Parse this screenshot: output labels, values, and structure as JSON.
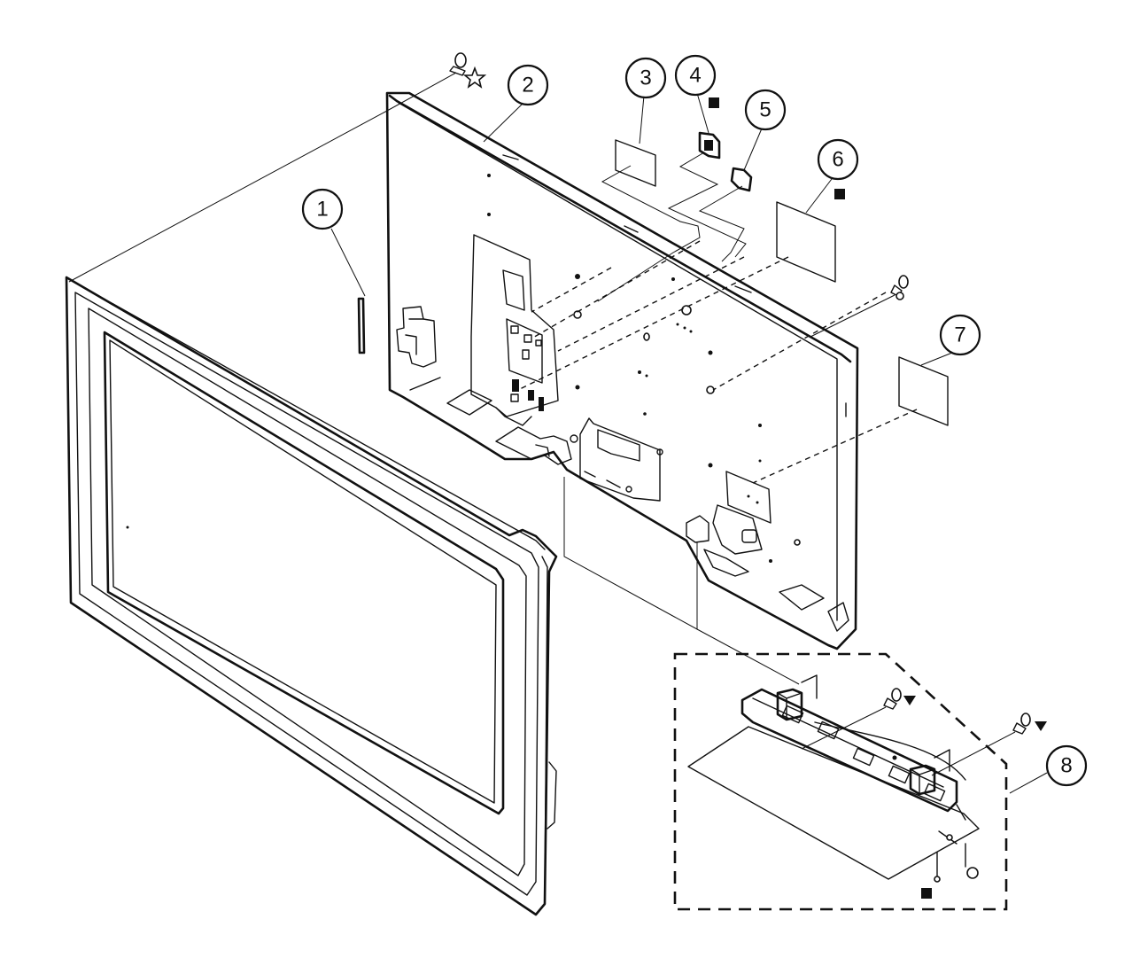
{
  "callouts": [
    {
      "label": "1"
    },
    {
      "label": "2"
    },
    {
      "label": "3"
    },
    {
      "label": "4"
    },
    {
      "label": "5"
    },
    {
      "label": "6"
    },
    {
      "label": "7"
    },
    {
      "label": "8"
    }
  ],
  "legend_symbols": {
    "star": "star-icon",
    "square": "square-icon",
    "triangle": "triangle-icon"
  },
  "colors": {
    "ink": "#111111",
    "paper": "#ffffff"
  }
}
